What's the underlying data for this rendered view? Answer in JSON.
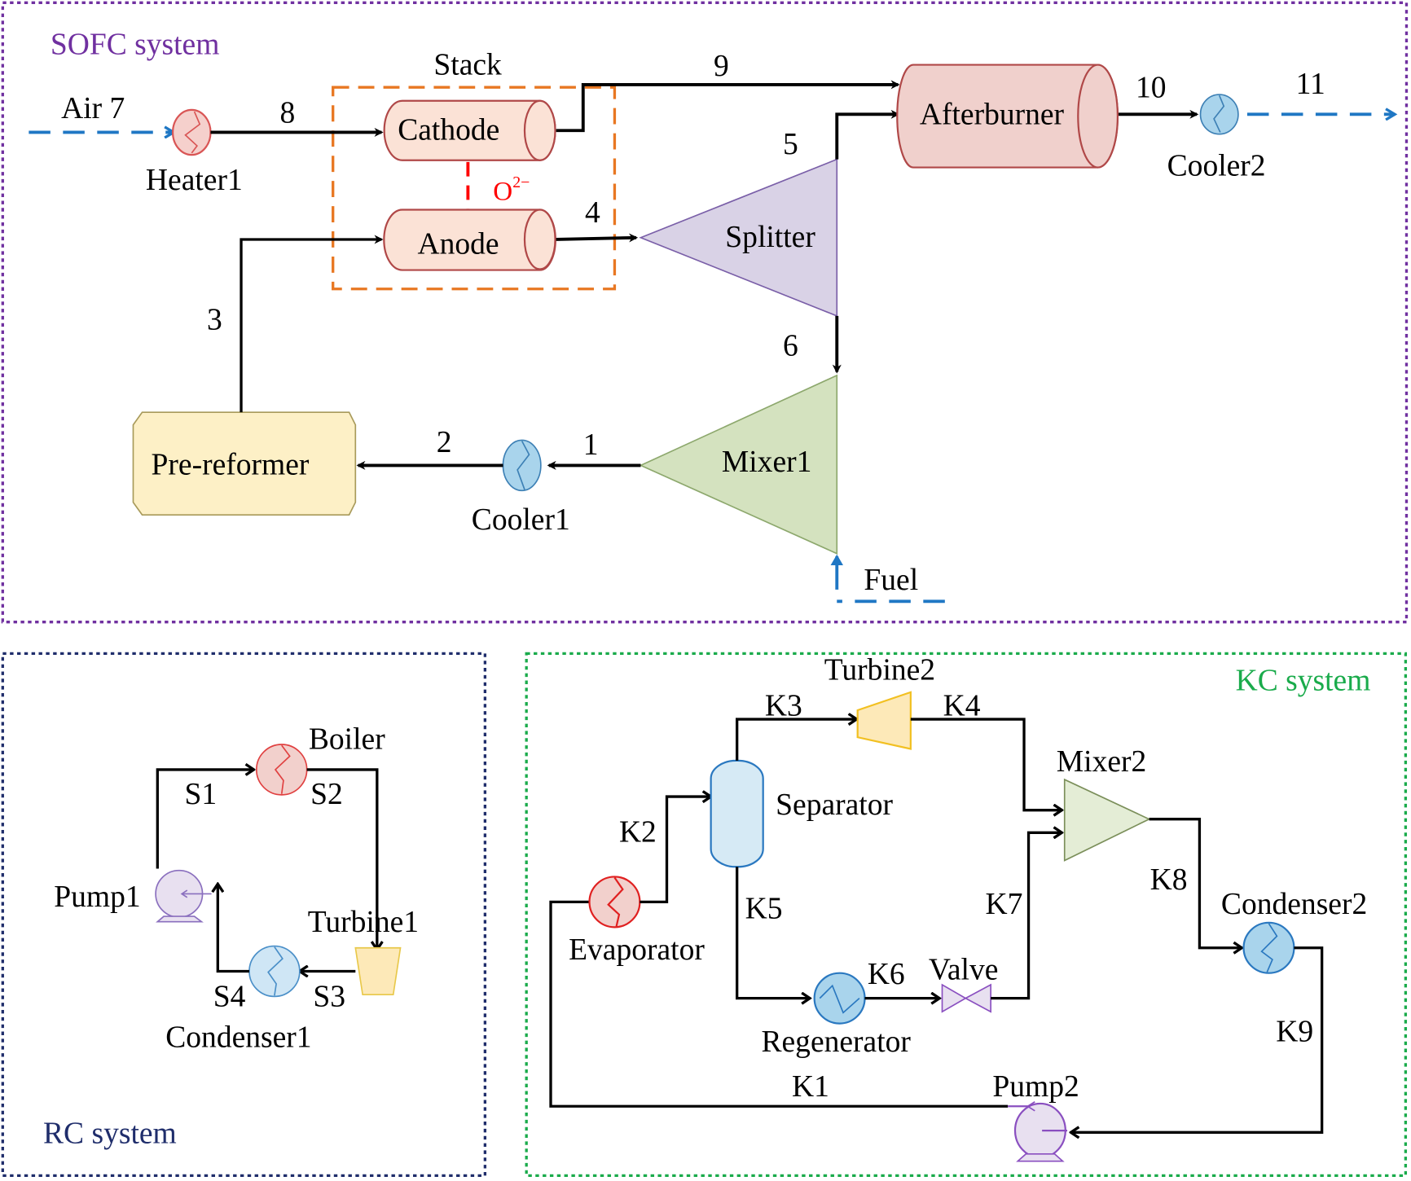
{
  "diagram": {
    "type": "process-flow-diagram",
    "sofc": {
      "title": "SOFC system",
      "stack_label": "Stack",
      "components": {
        "heater1": "Heater1",
        "cathode": "Cathode",
        "anode": "Anode",
        "ion": "O",
        "ion_charge": "2−",
        "splitter": "Splitter",
        "afterburner": "Afterburner",
        "cooler2": "Cooler2",
        "mixer1": "Mixer1",
        "cooler1": "Cooler1",
        "prereformer": "Pre-reformer",
        "fuel": "Fuel",
        "air": "Air 7"
      },
      "streams": [
        "1",
        "2",
        "3",
        "4",
        "5",
        "6",
        "8",
        "9",
        "10",
        "11"
      ]
    },
    "rc": {
      "title": "RC system",
      "components": {
        "boiler": "Boiler",
        "turbine1": "Turbine1",
        "condenser1": "Condenser1",
        "pump1": "Pump1"
      },
      "streams": [
        "S1",
        "S2",
        "S3",
        "S4"
      ]
    },
    "kc": {
      "title": "KC system",
      "components": {
        "turbine2": "Turbine2",
        "separator": "Separator",
        "evaporator": "Evaporator",
        "mixer2": "Mixer2",
        "condenser2": "Condenser2",
        "regenerator": "Regenerator",
        "valve": "Valve",
        "pump2": "Pump2"
      },
      "streams": [
        "K1",
        "K2",
        "K3",
        "K4",
        "K5",
        "K6",
        "K7",
        "K8",
        "K9"
      ]
    },
    "colors": {
      "sofc_border": "#7030a0",
      "rc_border": "#1f2d6b",
      "kc_border": "#1aab4b",
      "stack_border": "#e87722",
      "air_fuel_stream": "#1f77c4",
      "ion_path": "#ff0000"
    }
  }
}
